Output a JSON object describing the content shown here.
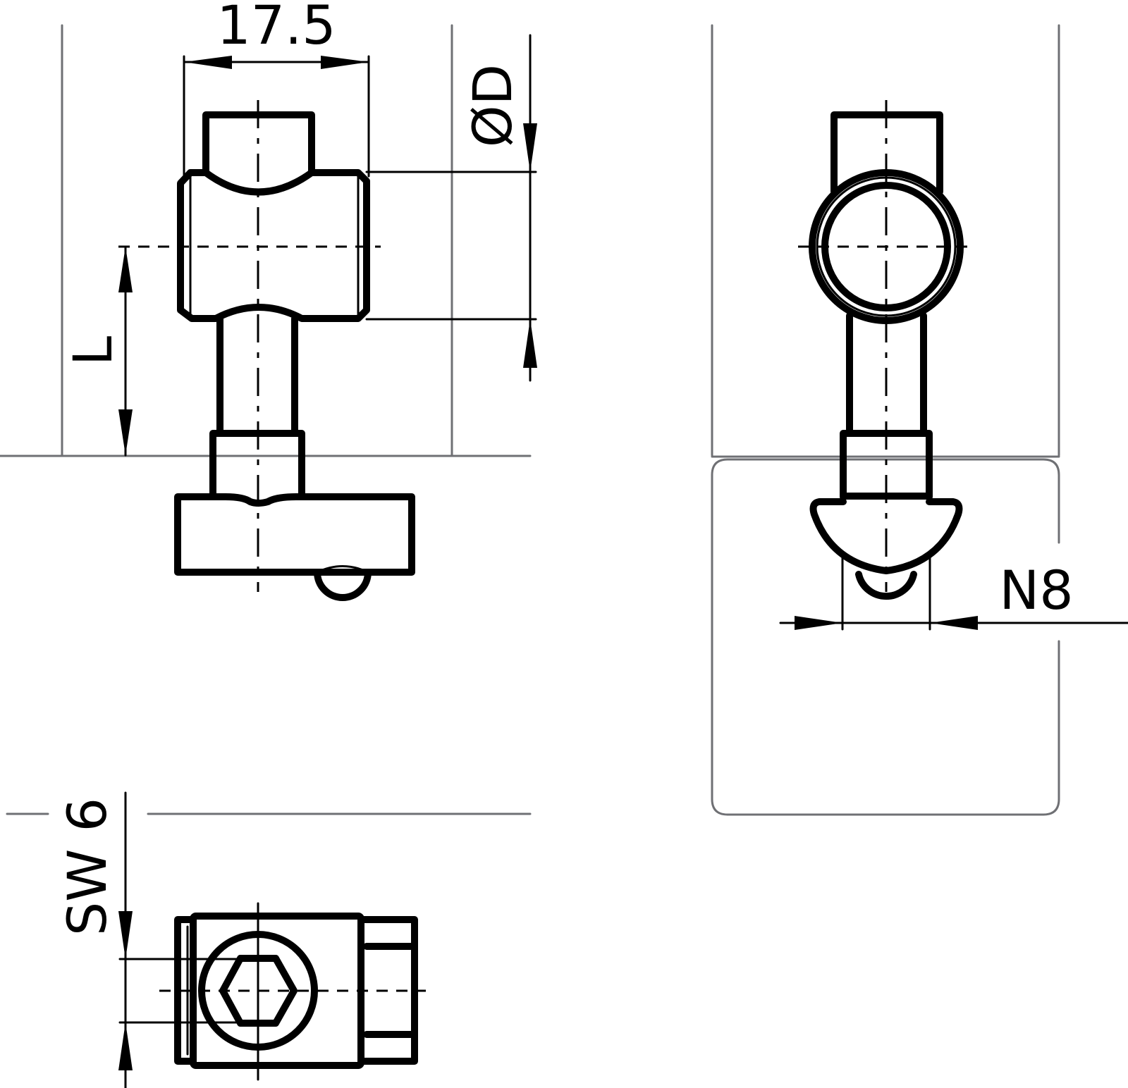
{
  "drawing": {
    "title": "T-slot nut clamp — technical drawing",
    "dimensions": {
      "width_label": "17.5",
      "diameter_label": "ØD",
      "length_label": "L",
      "slot_label": "N8",
      "wrench_label": "SW 6"
    },
    "views": [
      "front-view",
      "side-view",
      "top-view"
    ],
    "colors": {
      "outline": "#000000",
      "profile": "#6f7074",
      "background": "#ffffff"
    }
  }
}
